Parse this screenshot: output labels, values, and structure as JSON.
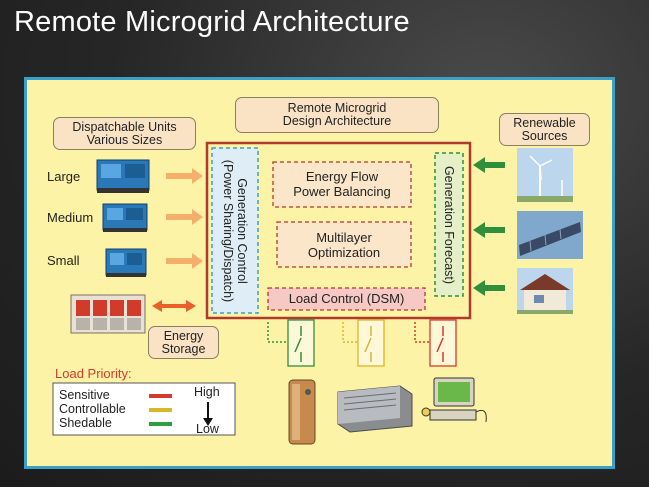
{
  "slide": {
    "title": "Remote Microgrid Architecture"
  },
  "diagram": {
    "header": "Remote Microgrid\nDesign Architecture",
    "dispatchable": {
      "title": "Dispatchable Units\nVarious Sizes",
      "units": [
        "Large",
        "Medium",
        "Small"
      ]
    },
    "renewable": {
      "title": "Renewable\nSources"
    },
    "storage": {
      "label": "Energy\nStorage"
    },
    "core": {
      "generation_control": "Generation Control\n(Power Sharing/Dispatch)",
      "generation_forecast": "Generation Forecast)",
      "energy_flow": "Energy Flow\nPower Balancing",
      "optimization": "Multilayer\nOptimization",
      "load_control": "Load Control (DSM)"
    },
    "legend": {
      "title": "Load Priority:",
      "items": [
        {
          "label": "Sensitive",
          "color": "#d83a2a"
        },
        {
          "label": "Controllable",
          "color": "#d9b62a"
        },
        {
          "label": "Shedable",
          "color": "#2f9e3e"
        }
      ],
      "high": "High",
      "low": "Low"
    },
    "colors": {
      "accent_border": "#3aa0c8",
      "panel_bg": "#fdf3a6",
      "core_border": "#b03a2a",
      "arrow_orange": "#f4b06a",
      "arrow_green": "#2f8f3a"
    }
  }
}
